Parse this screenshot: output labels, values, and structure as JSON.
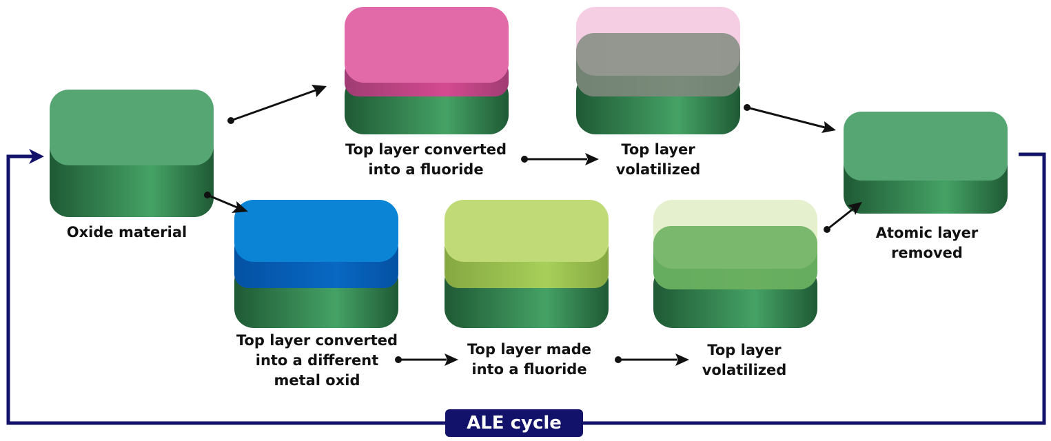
{
  "colors": {
    "green_top": "#55a673",
    "green_front_light": "#45a265",
    "green_front_dark": "#1f5a35",
    "pink_top": "#e26aa8",
    "pink_front": "#d44a90",
    "blue_top": "#0b84d6",
    "blue_front": "#0868c2",
    "lime_top": "#c0da78",
    "lime_front": "#a7cf59",
    "cycle_line": "#12126a",
    "arrow": "#111111"
  },
  "nodes": {
    "oxide": {
      "label": [
        "Oxide material"
      ]
    },
    "fluoride_top": {
      "label": [
        "Top layer converted",
        "into a fluoride"
      ]
    },
    "volatilized_top": {
      "label": [
        "Top layer",
        "volatilized"
      ]
    },
    "removed": {
      "label": [
        "Atomic layer",
        "removed"
      ]
    },
    "metal_oxide": {
      "label": [
        "Top layer converted",
        "into a different",
        "metal oxid"
      ]
    },
    "fluoride_bottom": {
      "label": [
        "Top layer made",
        "into a fluoride"
      ]
    },
    "volatilized_bottom": {
      "label": [
        "Top layer",
        "volatilized"
      ]
    }
  },
  "cycle": {
    "label": "ALE cycle"
  }
}
